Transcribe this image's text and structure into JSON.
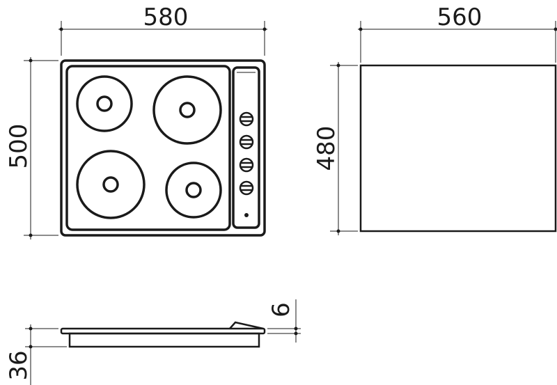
{
  "dimensions": {
    "cooktop_width": "580",
    "cooktop_depth": "500",
    "cutout_width": "560",
    "cutout_depth": "480",
    "glass_thickness": "6",
    "installed_height": "36"
  }
}
